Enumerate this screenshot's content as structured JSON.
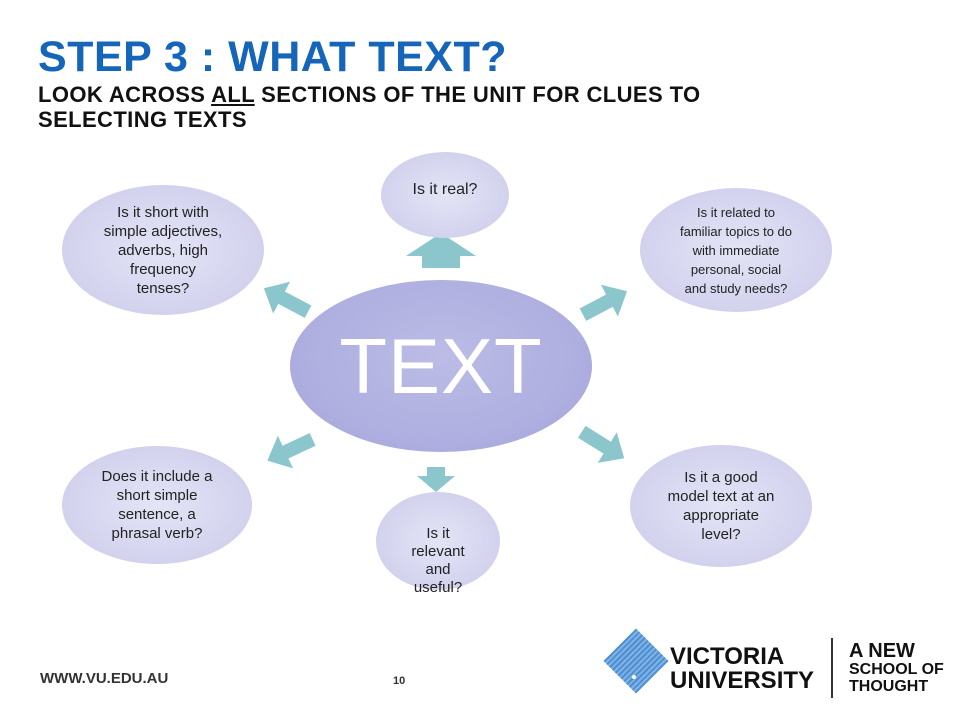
{
  "header": {
    "title": "STEP 3 : WHAT TEXT?",
    "subtitle_before": "LOOK ACROSS ",
    "subtitle_underlined": "ALL",
    "subtitle_after": " SECTIONS OF THE UNIT FOR CLUES TO SELECTING TEXTS"
  },
  "diagram": {
    "center": "TEXT",
    "bubbles": {
      "top": [
        "Is it real?"
      ],
      "top_right": [
        "Is it related to",
        "familiar topics to do",
        "with immediate",
        "personal,  social",
        "and study needs?"
      ],
      "bottom_right": [
        "Is it a good",
        "model text at an",
        "appropriate",
        "level?"
      ],
      "bottom": [
        "Is it",
        "relevant",
        "and",
        "useful?"
      ],
      "bottom_left": [
        "Does it include a",
        "short simple",
        "sentence,  a",
        "phrasal verb?"
      ],
      "top_left": [
        "Is it short with",
        "simple adjectives,",
        "adverbs, high",
        "frequency",
        "tenses?"
      ]
    },
    "colors": {
      "bubble": "#d2d2ee",
      "center": "#aeaee0",
      "arrow": "#8ac6cc",
      "title": "#1565b8"
    }
  },
  "footer": {
    "url": "WWW.VU.EDU.AU",
    "page_number": "10"
  },
  "logo": {
    "name_line1": "VICTORIA",
    "name_line2": "UNIVERSITY",
    "tagline_line1": "A NEW",
    "tagline_line2": "SCHOOL OF",
    "tagline_line3": "THOUGHT"
  }
}
